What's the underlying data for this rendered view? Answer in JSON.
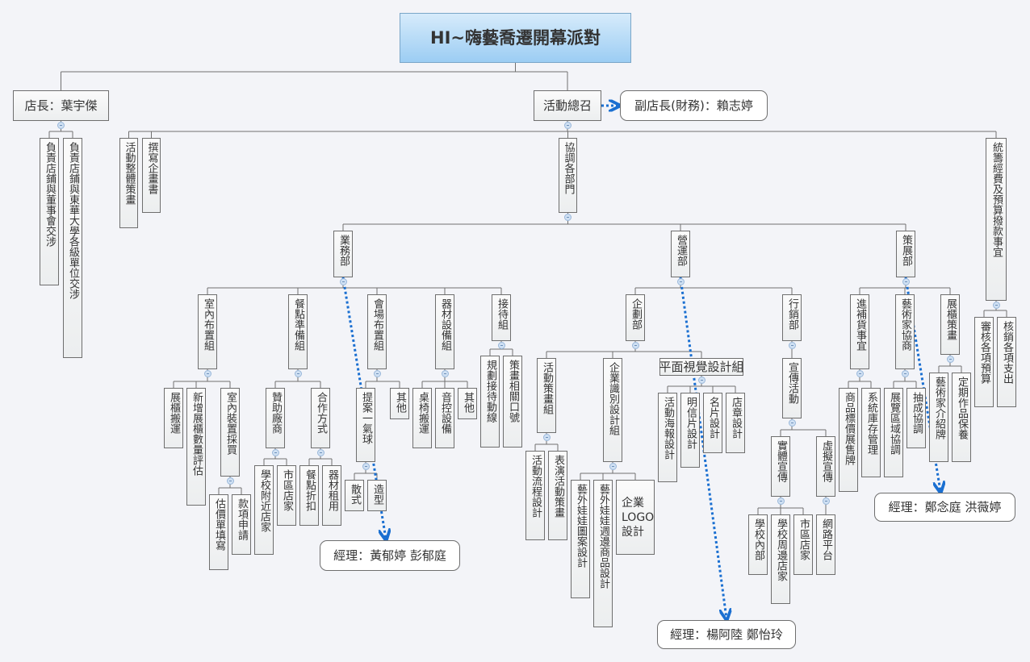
{
  "colors": {
    "line": "#707070",
    "relation_arrow": "#1a6fd1",
    "root_fill": "#a9d3f5"
  },
  "nodes": [
    {
      "id": "root",
      "text": "HI~嗨藝喬遷開幕派對",
      "parent": null
    },
    {
      "id": "store",
      "text": "店長：葉宇傑",
      "parent": "root"
    },
    {
      "id": "event",
      "text": "活動總召",
      "parent": "root"
    },
    {
      "id": "vice",
      "text": "副店長(財務)：賴志婷",
      "parent": null
    },
    {
      "id": "s1",
      "text": "負責店鋪與董事會交涉",
      "parent": "store"
    },
    {
      "id": "s2",
      "text": "負責店鋪與東華大學各級單位交涉",
      "parent": "store"
    },
    {
      "id": "e1",
      "text": "活動整體策畫",
      "parent": "event"
    },
    {
      "id": "e2",
      "text": "撰寫企畫書",
      "parent": "event"
    },
    {
      "id": "coord",
      "text": "協調各部門",
      "parent": "event"
    },
    {
      "id": "budget",
      "text": "統籌經費及預算撥款事宜",
      "parent": "event"
    },
    {
      "id": "biz",
      "text": "業務部",
      "parent": "coord"
    },
    {
      "id": "ops",
      "text": "營運部",
      "parent": "coord"
    },
    {
      "id": "cur",
      "text": "策展部",
      "parent": "coord"
    },
    {
      "id": "b1",
      "text": "室內布置組",
      "parent": "biz"
    },
    {
      "id": "b2",
      "text": "餐點準備組",
      "parent": "biz"
    },
    {
      "id": "b3",
      "text": "會場布置組",
      "parent": "biz"
    },
    {
      "id": "b4",
      "text": "器材設備組",
      "parent": "biz"
    },
    {
      "id": "b5",
      "text": "接待組",
      "parent": "biz"
    },
    {
      "id": "b1a",
      "text": "展櫃搬運",
      "parent": "b1"
    },
    {
      "id": "b1b",
      "text": "新增展櫃數量評估",
      "parent": "b1"
    },
    {
      "id": "b1c",
      "text": "室內裝置採買",
      "parent": "b1"
    },
    {
      "id": "b1c1",
      "text": "估價單填寫",
      "parent": "b1c"
    },
    {
      "id": "b1c2",
      "text": "款項申請",
      "parent": "b1c"
    },
    {
      "id": "b2a",
      "text": "贊助廠商",
      "parent": "b2"
    },
    {
      "id": "b2b",
      "text": "合作方式",
      "parent": "b2"
    },
    {
      "id": "b2a1",
      "text": "學校附近店家",
      "parent": "b2a"
    },
    {
      "id": "b2a2",
      "text": "市區店家",
      "parent": "b2a"
    },
    {
      "id": "b2b1",
      "text": "餐點折扣",
      "parent": "b2b"
    },
    {
      "id": "b2b2",
      "text": "器材租用",
      "parent": "b2b"
    },
    {
      "id": "b3a",
      "text": "提案一氣球",
      "parent": "b3"
    },
    {
      "id": "b3b",
      "text": "其他",
      "parent": "b3"
    },
    {
      "id": "b3a1",
      "text": "散式",
      "parent": "b3a"
    },
    {
      "id": "b3a2",
      "text": "造型",
      "parent": "b3a"
    },
    {
      "id": "b4a",
      "text": "桌椅搬運",
      "parent": "b4"
    },
    {
      "id": "b4b",
      "text": "音控設備",
      "parent": "b4"
    },
    {
      "id": "b4c",
      "text": "其他",
      "parent": "b4"
    },
    {
      "id": "b5a",
      "text": "規劃接待動線",
      "parent": "b5"
    },
    {
      "id": "b5b",
      "text": "策畫相關口號",
      "parent": "b5"
    },
    {
      "id": "o1",
      "text": "企劃部",
      "parent": "ops"
    },
    {
      "id": "o2",
      "text": "行銷部",
      "parent": "ops"
    },
    {
      "id": "o1a",
      "text": "活動策畫組",
      "parent": "o1"
    },
    {
      "id": "o1b",
      "text": "企業識別設計組",
      "parent": "o1"
    },
    {
      "id": "o1c",
      "text": "平面視覺設計組",
      "parent": "o1"
    },
    {
      "id": "o1a1",
      "text": "活動流程設計",
      "parent": "o1a"
    },
    {
      "id": "o1a2",
      "text": "表演活動策畫",
      "parent": "o1a"
    },
    {
      "id": "o1b1",
      "text": "藝外娃娃圖案設計",
      "parent": "o1b"
    },
    {
      "id": "o1b2",
      "text": "藝外娃娃週邊商品設計",
      "parent": "o1b"
    },
    {
      "id": "o1b3",
      "text": "企業LOGO設計",
      "parent": "o1b"
    },
    {
      "id": "o1c1",
      "text": "活動海報設計",
      "parent": "o1c"
    },
    {
      "id": "o1c2",
      "text": "明信片設計",
      "parent": "o1c"
    },
    {
      "id": "o1c3",
      "text": "名片設計",
      "parent": "o1c"
    },
    {
      "id": "o1c4",
      "text": "店章設計",
      "parent": "o1c"
    },
    {
      "id": "o2a",
      "text": "宣傳活動",
      "parent": "o2"
    },
    {
      "id": "o2a1",
      "text": "實體宣傳",
      "parent": "o2a"
    },
    {
      "id": "o2a2",
      "text": "虛擬宣傳",
      "parent": "o2a"
    },
    {
      "id": "o2a1a",
      "text": "學校內部",
      "parent": "o2a1"
    },
    {
      "id": "o2a1b",
      "text": "學校周邊店家",
      "parent": "o2a1"
    },
    {
      "id": "o2a1c",
      "text": "市區店家",
      "parent": "o2a1"
    },
    {
      "id": "o2a2a",
      "text": "網路平台",
      "parent": "o2a2"
    },
    {
      "id": "c1",
      "text": "進補貨事宜",
      "parent": "cur"
    },
    {
      "id": "c2",
      "text": "藝術家協商",
      "parent": "cur"
    },
    {
      "id": "c3",
      "text": "展櫃策畫",
      "parent": "cur"
    },
    {
      "id": "c1a",
      "text": "商品標價展售牌",
      "parent": "c1"
    },
    {
      "id": "c1b",
      "text": "系統庫存管理",
      "parent": "c1"
    },
    {
      "id": "c2a",
      "text": "展覽區域協調",
      "parent": "c2"
    },
    {
      "id": "c2b",
      "text": "抽成協調",
      "parent": "c2"
    },
    {
      "id": "c3a",
      "text": "藝術家介紹牌",
      "parent": "c3"
    },
    {
      "id": "c3b",
      "text": "定期作品保養",
      "parent": "c3"
    },
    {
      "id": "bu1",
      "text": "審核各項預算",
      "parent": "budget"
    },
    {
      "id": "bu2",
      "text": "核銷各項支出",
      "parent": "budget"
    },
    {
      "id": "m1",
      "text": "經理：黃郁婷 彭郁庭",
      "parent": null
    },
    {
      "id": "m2",
      "text": "經理：楊阿陸 鄭怡玲",
      "parent": null
    },
    {
      "id": "m3",
      "text": "經理：鄭念庭 洪薇婷",
      "parent": null
    }
  ],
  "relations": [
    {
      "from": "event",
      "to": "vice"
    },
    {
      "from": "biz",
      "to": "m1"
    },
    {
      "from": "ops",
      "to": "m2"
    },
    {
      "from": "cur",
      "to": "m3"
    }
  ]
}
